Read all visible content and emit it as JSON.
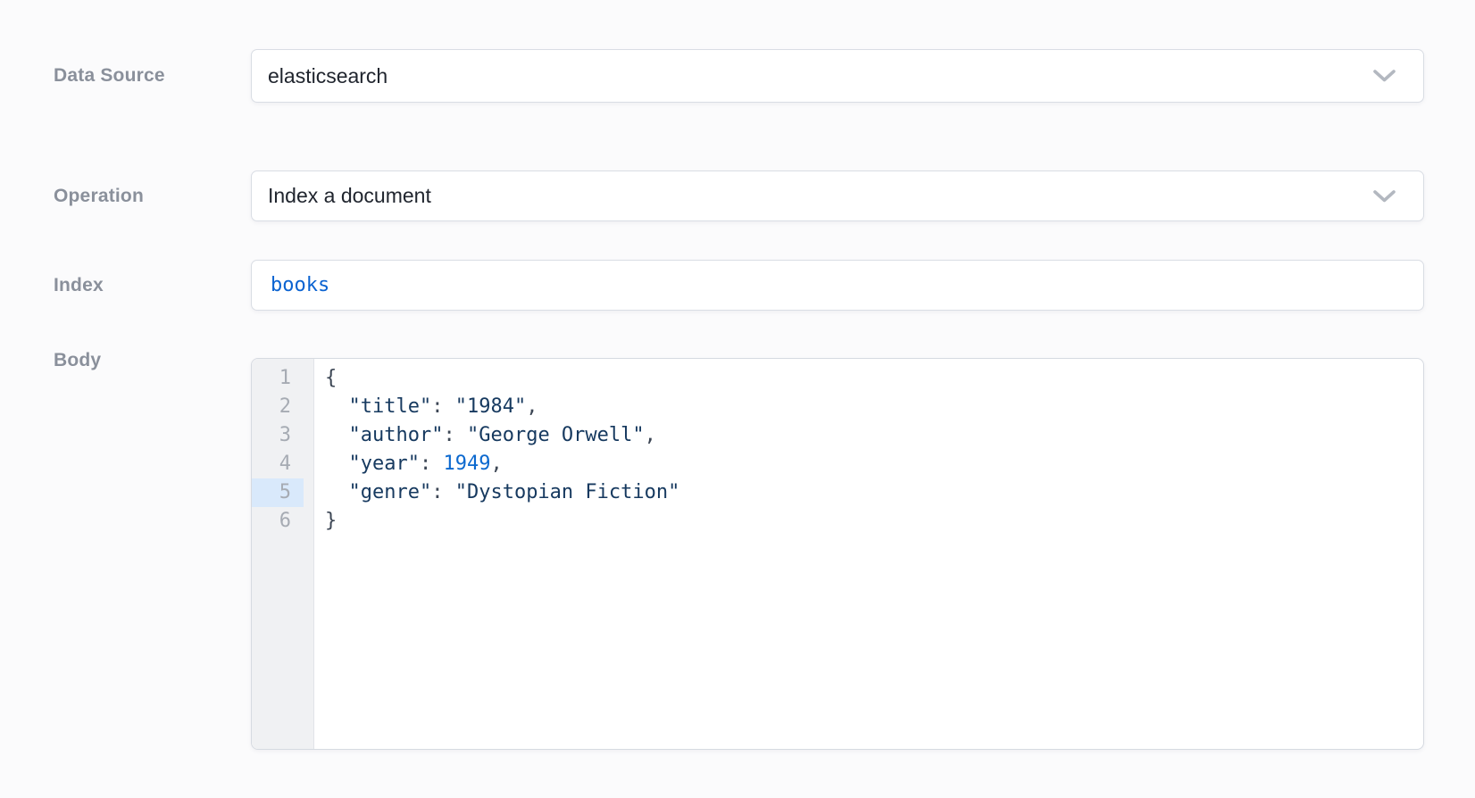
{
  "form": {
    "data_source": {
      "label": "Data Source",
      "value": "elasticsearch"
    },
    "operation": {
      "label": "Operation",
      "value": "Index a document"
    },
    "index": {
      "label": "Index",
      "value": "books"
    },
    "body": {
      "label": "Body"
    }
  },
  "editor": {
    "active_line": 5,
    "lines": [
      {
        "number": 1,
        "tokens": [
          {
            "t": "p",
            "v": "{"
          }
        ]
      },
      {
        "number": 2,
        "tokens": [
          {
            "t": "p",
            "v": "  "
          },
          {
            "t": "key",
            "v": "\"title\""
          },
          {
            "t": "p",
            "v": ": "
          },
          {
            "t": "str",
            "v": "\"1984\""
          },
          {
            "t": "p",
            "v": ","
          }
        ]
      },
      {
        "number": 3,
        "tokens": [
          {
            "t": "p",
            "v": "  "
          },
          {
            "t": "key",
            "v": "\"author\""
          },
          {
            "t": "p",
            "v": ": "
          },
          {
            "t": "str",
            "v": "\"George Orwell\""
          },
          {
            "t": "p",
            "v": ","
          }
        ]
      },
      {
        "number": 4,
        "tokens": [
          {
            "t": "p",
            "v": "  "
          },
          {
            "t": "key",
            "v": "\"year\""
          },
          {
            "t": "p",
            "v": ": "
          },
          {
            "t": "num",
            "v": "1949"
          },
          {
            "t": "p",
            "v": ","
          }
        ]
      },
      {
        "number": 5,
        "tokens": [
          {
            "t": "p",
            "v": "  "
          },
          {
            "t": "key",
            "v": "\"genre\""
          },
          {
            "t": "p",
            "v": ": "
          },
          {
            "t": "str",
            "v": "\"Dystopian Fiction\""
          }
        ]
      },
      {
        "number": 6,
        "tokens": [
          {
            "t": "p",
            "v": "}"
          }
        ]
      }
    ]
  },
  "icons": {
    "data_source_dropdown": "chevron-down-icon",
    "operation_dropdown": "chevron-down-icon"
  },
  "colors": {
    "label_color": "#8a909b",
    "field_border": "#d9dde4",
    "accent_blue": "#0b63d1",
    "gutter_bg": "#f0f1f3",
    "line_number_color": "#a6abb3",
    "active_line_bg": "#d9e9fb",
    "syntax_string": "#16395f",
    "syntax_number": "#0c69cf",
    "syntax_punct": "#3c4654",
    "chevron_color": "#b3b8c0"
  }
}
